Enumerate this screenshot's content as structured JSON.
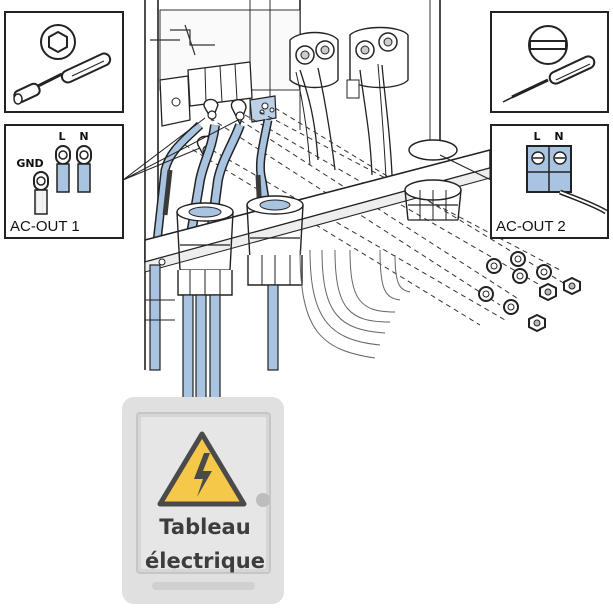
{
  "panels": {
    "ac_out_1": {
      "title": "AC-OUT 1",
      "terminals": [
        "GND",
        "L",
        "N"
      ]
    },
    "ac_out_2": {
      "title": "AC-OUT 2",
      "terminals": [
        "L",
        "N"
      ]
    }
  },
  "tools": {
    "left": "hex-screwdriver-icon",
    "right": "flat-screwdriver-icon"
  },
  "electrical_board": {
    "line1": "Tableau",
    "line2": "électrique",
    "icon": "high-voltage-warning-icon"
  },
  "colors": {
    "cable_blue": "#a9c4e0",
    "warning_yellow": "#f5c84a",
    "board_gray": "#e0e0e0"
  }
}
